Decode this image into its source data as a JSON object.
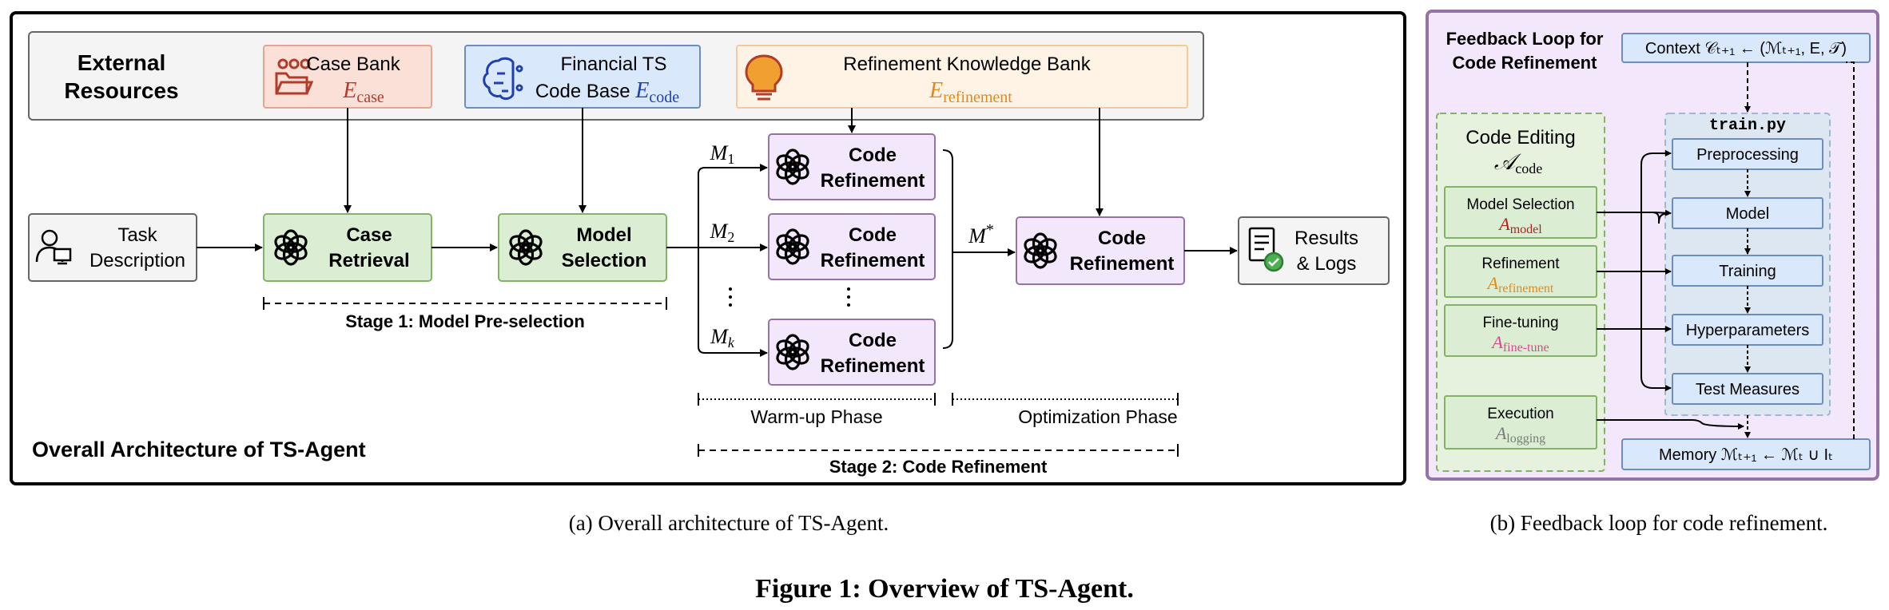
{
  "colors": {
    "case_red": "#b33b2a",
    "code_blue": "#1f3fae",
    "refinement_orange": "#e08a1e",
    "model_red": "#b52020",
    "finetune_pink": "#e0468f",
    "logging_gray": "#7a7a7a",
    "green_fill": "#dbeed3",
    "green_stroke": "#82b366",
    "purple_fill": "#f3e7fb",
    "purple_stroke": "#9673a6",
    "blue_fill": "#dae8fc",
    "blue_stroke": "#6c8ebf"
  },
  "panel_a": {
    "external": {
      "title_line1": "External",
      "title_line2": "Resources",
      "case_bank": {
        "label": "Case Bank",
        "symbol": "E",
        "sub": "case"
      },
      "code_base": {
        "line1": "Financial TS",
        "line2": "Code Base",
        "symbol": "E",
        "sub": "code"
      },
      "knowledge_bank": {
        "label": "Refinement Knowledge Bank",
        "symbol": "E",
        "sub": "refinement"
      }
    },
    "task": {
      "line1": "Task",
      "line2": "Description"
    },
    "case_retrieval": {
      "line1": "Case",
      "line2": "Retrieval"
    },
    "model_selection": {
      "line1": "Model",
      "line2": "Selection"
    },
    "stage1_label": "Stage 1: Model Pre-selection",
    "model_labels": {
      "m1": {
        "base": "M",
        "sub": "1"
      },
      "m2": {
        "base": "M",
        "sub": "2"
      },
      "mk": {
        "base": "M",
        "sub": "k"
      },
      "mstar": {
        "base": "M",
        "sup": "*"
      }
    },
    "code_refinement": {
      "line1": "Code",
      "line2": "Refinement"
    },
    "results": {
      "line1": "Results",
      "line2": "& Logs"
    },
    "warmup_label": "Warm-up Phase",
    "optimization_label": "Optimization Phase",
    "stage2_label": "Stage 2: Code Refinement",
    "arch_title": "Overall Architecture of TS-Agent"
  },
  "panel_b": {
    "title_line1": "Feedback Loop for",
    "title_line2": "Code Refinement",
    "context": "Context 𝒞ₜ₊₁ ← (ℳₜ₊₁, E, 𝒯)",
    "code_editing": {
      "label": "Code Editing",
      "symbol": "𝒜",
      "sub": "code"
    },
    "model_selection": {
      "label": "Model Selection",
      "symbol": "A",
      "sub": "model"
    },
    "refinement": {
      "label": "Refinement",
      "symbol": "A",
      "sub": "refinement"
    },
    "finetuning": {
      "label": "Fine-tuning",
      "symbol": "A",
      "sub": "fine-tune"
    },
    "execution": {
      "label": "Execution",
      "symbol": "A",
      "sub": "logging"
    },
    "file": "train.py",
    "pipeline": [
      "Preprocessing",
      "Model",
      "Training",
      "Hyperparameters",
      "Test Measures"
    ],
    "memory": "Memory ℳₜ₊₁ ← ℳₜ ∪ Iₜ"
  },
  "captions": {
    "a": "(a)  Overall architecture of TS-Agent.",
    "b": "(b)  Feedback loop for code refinement.",
    "figure": "Figure 1: Overview of TS-Agent."
  }
}
